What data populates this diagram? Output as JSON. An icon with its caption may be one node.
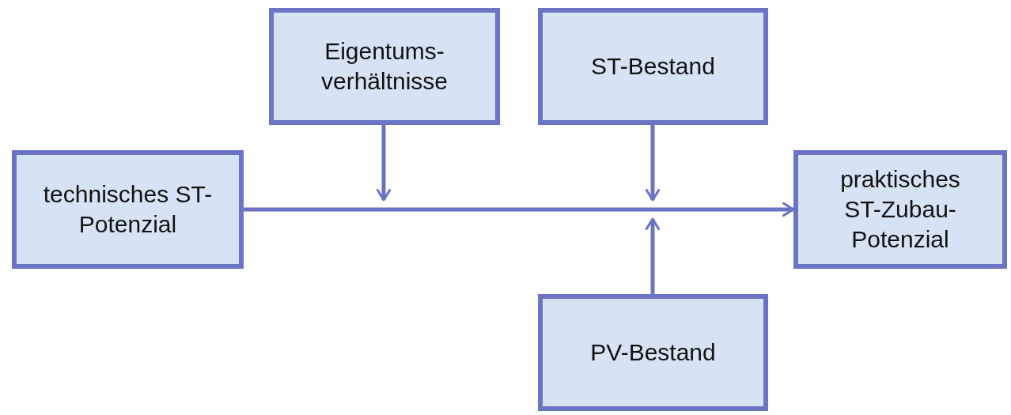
{
  "diagram": {
    "nodes": [
      {
        "text": [
          "Eigentums- verhältnisse"
        ]
      },
      {
        "text": [
          "ST-Bestand"
        ]
      },
      {
        "text": [
          "technisches ST-Potenzial"
        ]
      },
      {
        "text": [
          "praktisches ST-Zubau- Potenzial"
        ]
      },
      {
        "text": [
          "PV-Bestand"
        ]
      }
    ],
    "edges": [
      {
        "from": 2,
        "to": 3,
        "arrow": "to"
      },
      {
        "from": 0,
        "to": null,
        "arrow": "to"
      },
      {
        "from": 1,
        "to": null,
        "arrow": "to"
      },
      {
        "from": 4,
        "to": null,
        "arrow": "to"
      }
    ]
  }
}
